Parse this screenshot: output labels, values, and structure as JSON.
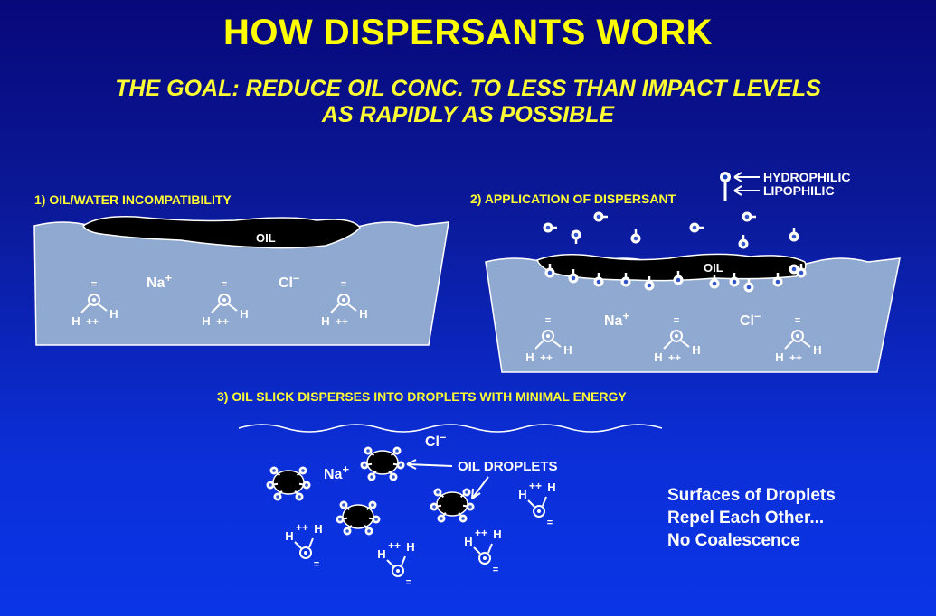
{
  "title": "HOW DISPERSANTS WORK",
  "subtitle_line1": "THE GOAL: REDUCE OIL CONC. TO LESS THAN IMPACT LEVELS",
  "subtitle_line2": "AS RAPIDLY AS POSSIBLE",
  "step1": {
    "label": "1) OIL/WATER INCOMPATIBILITY",
    "oil": "OIL",
    "na": "Na",
    "na_charge": "+",
    "cl": "Cl",
    "cl_charge": "–"
  },
  "step2": {
    "label": "2) APPLICATION OF DISPERSANT",
    "oil": "OIL",
    "na": "Na",
    "na_charge": "+",
    "cl": "Cl",
    "cl_charge": "–"
  },
  "legend": {
    "hydrophilic": "HYDROPHILIC",
    "lipophilic": "LIPOPHILIC"
  },
  "step3": {
    "label": "3) OIL SLICK DISPERSES INTO DROPLETS WITH MINIMAL ENERGY",
    "cl": "Cl",
    "cl_charge": "–",
    "na": "Na",
    "na_charge": "+",
    "droplets_label": "OIL DROPLETS"
  },
  "note": {
    "line1": "Surfaces of Droplets",
    "line2": "Repel Each Other...",
    "line3": "No Coalescence"
  },
  "molecule": {
    "oxygen": "O",
    "hydrogen": "H",
    "plus": "+",
    "minus": "="
  },
  "colors": {
    "background_top": "#07087a",
    "background_bottom": "#0a35e6",
    "title": "#ffff00",
    "water": "#8fa9d1",
    "oil": "#000000",
    "text": "#ffffff"
  }
}
